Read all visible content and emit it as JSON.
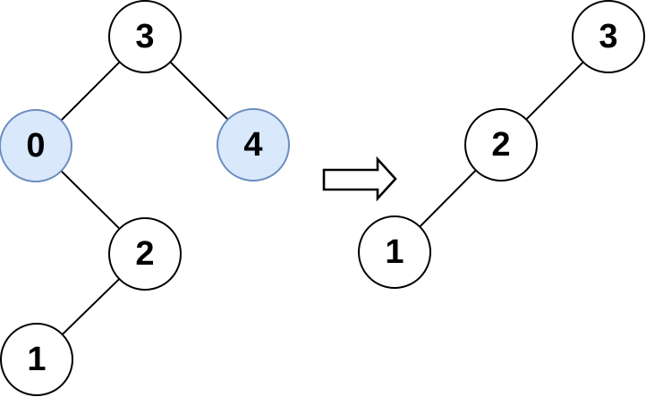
{
  "diagram": {
    "description": "binary tree transformation, before and after",
    "colors": {
      "background": "#ffffff",
      "node_fill": "#ffffff",
      "node_stroke": "#000000",
      "highlight_fill": "#dae8fc",
      "highlight_stroke": "#6c8ebf",
      "edge": "#000000",
      "label": "#000000"
    },
    "arrow": {
      "icon": "right-block-arrow-icon",
      "direction": "right"
    },
    "before_tree": {
      "nodes": [
        {
          "label": "3",
          "highlighted": false,
          "role": "root"
        },
        {
          "label": "0",
          "highlighted": true,
          "role": "left child of 3"
        },
        {
          "label": "4",
          "highlighted": true,
          "role": "right child of 3"
        },
        {
          "label": "2",
          "highlighted": false,
          "role": "right child of 0"
        },
        {
          "label": "1",
          "highlighted": false,
          "role": "left child of 2"
        }
      ],
      "edges": [
        [
          "3",
          "0"
        ],
        [
          "3",
          "4"
        ],
        [
          "0",
          "2"
        ],
        [
          "2",
          "1"
        ]
      ]
    },
    "after_tree": {
      "nodes": [
        {
          "label": "3",
          "highlighted": false,
          "role": "root"
        },
        {
          "label": "2",
          "highlighted": false,
          "role": "left child of 3"
        },
        {
          "label": "1",
          "highlighted": false,
          "role": "left child of 2"
        }
      ],
      "edges": [
        [
          "3",
          "2"
        ],
        [
          "2",
          "1"
        ]
      ]
    }
  }
}
